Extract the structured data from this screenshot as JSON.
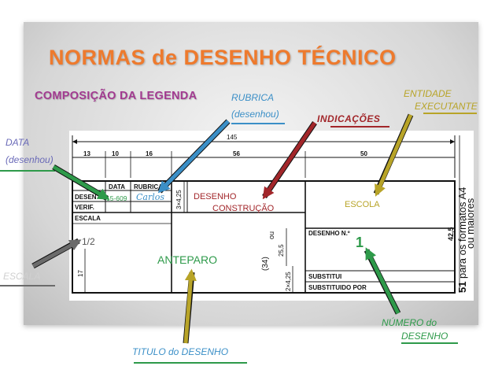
{
  "title": "NORMAS de DESENHO TÉCNICO",
  "subtitle": "COMPOSIÇÃO DA LEGENDA",
  "callouts": {
    "rubrica_1": "RUBRICA",
    "rubrica_2": "(desenhou)",
    "entidade_1": "ENTIDADE",
    "entidade_2": "EXECUTANTE",
    "indicacoes": "INDICAÇÕES",
    "data_1": "DATA",
    "data_2": "(desenhou)",
    "escala": "ESCALA",
    "numero_1": "NÚMERO do",
    "numero_2": "DESENHO",
    "titulo": "TITULO do DESENHO"
  },
  "annotations": {
    "date_value": "15-609",
    "signature": "Carlos",
    "desenho_construcao_1": "DESENHO",
    "desenho_construcao_2": "CONSTRUÇÃO",
    "escola": "ESCOLA",
    "scale_value": "1/2",
    "anteparo": "ANTEPARO",
    "drawing_number": "1"
  },
  "title_block": {
    "dim_total": "145",
    "dim_13": "13",
    "dim_10": "10",
    "dim_16": "16",
    "dim_56": "56",
    "dim_50": "50",
    "col_data": "DATA",
    "col_rubrica": "RUBRICA",
    "row_desenho": "DESEN",
    "row_verif": "VERIF.",
    "row_escala": "ESCALA",
    "desenho_n": "DESENHO N.º",
    "substitui": "SUBSTITUI",
    "substituido": "SUBSTITUIDO POR",
    "dim_3x425": "3×4,25",
    "dim_17": "17",
    "dim_34": "(34)",
    "dim_255": "25,5",
    "dim_2x425": "2×4,25",
    "dim_425": "42,5",
    "dim_51": "51",
    "side_note_1": "para os formatos A4",
    "side_note_2": "ou maiores",
    "ou": "ou"
  },
  "colors": {
    "title": "#ee7a2d",
    "subtitle": "#a23a90",
    "arrow_blue": "#3b8fc7",
    "arrow_green": "#2e9a4a",
    "arrow_red": "#a2262a",
    "arrow_olive": "#b8a428",
    "arrow_gray": "#6b6b6b"
  }
}
